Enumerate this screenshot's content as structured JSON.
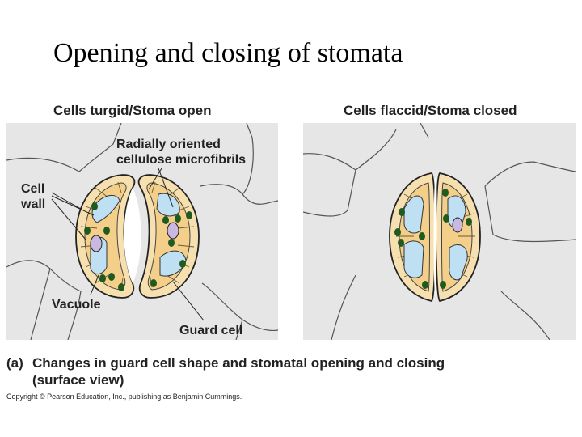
{
  "title": "Opening and closing of stomata",
  "panels": {
    "open": {
      "heading": "Cells turgid/Stoma open"
    },
    "closed": {
      "heading": "Cells flaccid/Stoma closed"
    }
  },
  "labels": {
    "microfibrils_line1": "Radially oriented",
    "microfibrils_line2": "cellulose microfibrils",
    "cell_wall_line1": "Cell",
    "cell_wall_line2": "wall",
    "vacuole": "Vacuole",
    "guard_cell": "Guard cell"
  },
  "caption": {
    "letter": "(a)",
    "line1": "Changes in guard cell shape and stomatal opening and closing",
    "line2": "(surface view)"
  },
  "copyright": "Copyright © Pearson Education, Inc., publishing as Benjamin Cummings.",
  "colors": {
    "panel_background": "#e6e6e6",
    "guard_cell_wall": "#f7e0b0",
    "guard_cell_cytoplasm": "#f4cf8a",
    "vacuole": "#bfe0f2",
    "chloroplast": "#1f5a1f",
    "nucleus": "#c9b8e0"
  }
}
